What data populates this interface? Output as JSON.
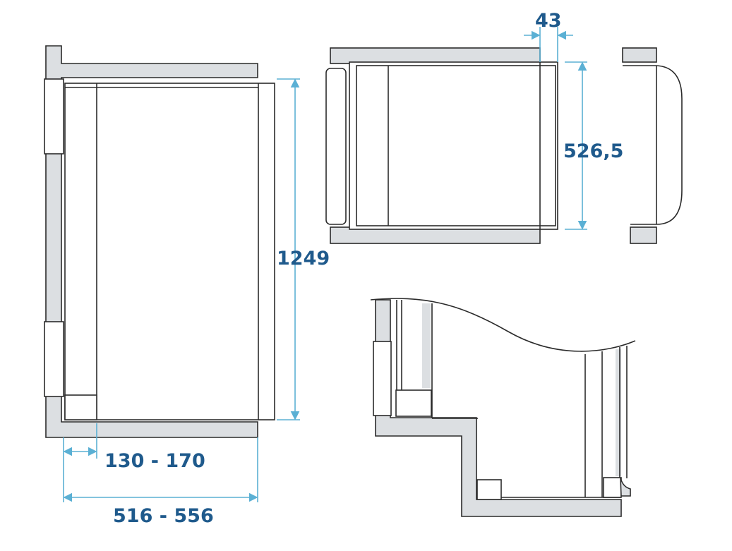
{
  "colors": {
    "dimension_text": "#1f5a8c",
    "dimension_line": "#5bb0d4",
    "wall": "#dcdfe2"
  },
  "dimensions": {
    "height": "1249",
    "depth_panel": "526,5",
    "door_offset": "43",
    "hinge_side": "130 - 170",
    "niche_width": "516 - 556"
  }
}
